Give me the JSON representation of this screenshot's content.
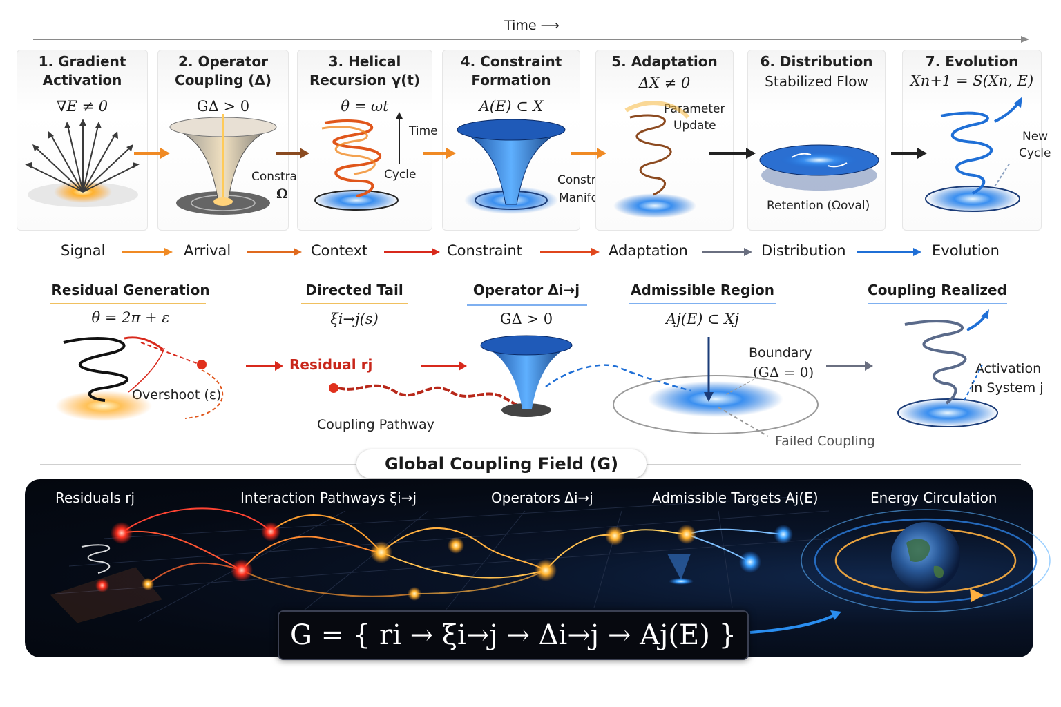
{
  "timeline": {
    "label": "Time ⟶"
  },
  "panels": [
    {
      "title": "1. Gradient\nActivation",
      "formula": "∇E ≠ 0"
    },
    {
      "title": "2. Operator\nCoupling (Δ)",
      "formula": "GΔ > 0",
      "notes": [
        "Constraint",
        "Ω"
      ]
    },
    {
      "title": "3. Helical\nRecursion γ(t)",
      "formula": "θ = ωt",
      "notes": [
        "Time",
        "Cycle"
      ]
    },
    {
      "title": "4. Constraint\nFormation",
      "formula": "A(E) ⊂ X",
      "notes": [
        "Constraint",
        "Manifold"
      ]
    },
    {
      "title": "5. Adaptation",
      "formula": "ΔX ≠ 0",
      "notes": [
        "Parameter",
        "Update"
      ]
    },
    {
      "title": "6. Distribution",
      "subtitle": "Stabilized Flow",
      "notes": [
        "Retention (Ωoval)"
      ]
    },
    {
      "title": "7. Evolution",
      "formula": "Xn+1 = S(Xn, E)",
      "notes": [
        "New",
        "Cycle"
      ]
    }
  ],
  "flow": [
    "Signal",
    "Arrival",
    "Context",
    "Constraint",
    "Adaptation",
    "Distribution",
    "Evolution"
  ],
  "stages": [
    {
      "title": "Residual Generation",
      "formula": "θ = 2π + ε",
      "note": "Overshoot (ε)"
    },
    {
      "title": "Directed Tail",
      "formula": "ξi→j(s)",
      "note": "Residual rj",
      "note2": "Coupling Pathway"
    },
    {
      "title": "Operator Δi→j",
      "formula": "GΔ > 0"
    },
    {
      "title": "Admissible Region",
      "formula": "Aj(E) ⊂ Xj",
      "note": "Boundary",
      "note2": "(GΔ = 0)",
      "note3": "Failed Coupling"
    },
    {
      "title": "Coupling Realized",
      "note": "Activation",
      "note2": "in System j"
    }
  ],
  "global": {
    "title": "Global Coupling Field (G)",
    "labels": [
      "Residuals rj",
      "Interaction Pathways ξi→j",
      "Operators Δi→j",
      "Admissible Targets Aj(E)",
      "Energy Circulation"
    ],
    "formula": "G = { ri → ξi→j → Δi→j → Aj(E) }"
  },
  "colors": {
    "orange": "#f08a24",
    "red": "#d8291c",
    "blue": "#1f6fd6",
    "darkbg": "#050a14"
  }
}
